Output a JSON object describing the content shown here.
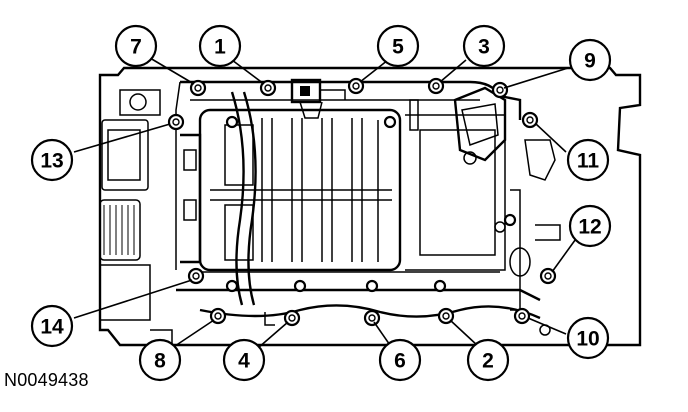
{
  "figure_id": "N0049438",
  "callouts": [
    {
      "label": "7"
    },
    {
      "label": "1"
    },
    {
      "label": "5"
    },
    {
      "label": "3"
    },
    {
      "label": "9"
    },
    {
      "label": "13"
    },
    {
      "label": "11"
    },
    {
      "label": "12"
    },
    {
      "label": "14"
    },
    {
      "label": "10"
    },
    {
      "label": "8"
    },
    {
      "label": "4"
    },
    {
      "label": "6"
    },
    {
      "label": "2"
    }
  ]
}
